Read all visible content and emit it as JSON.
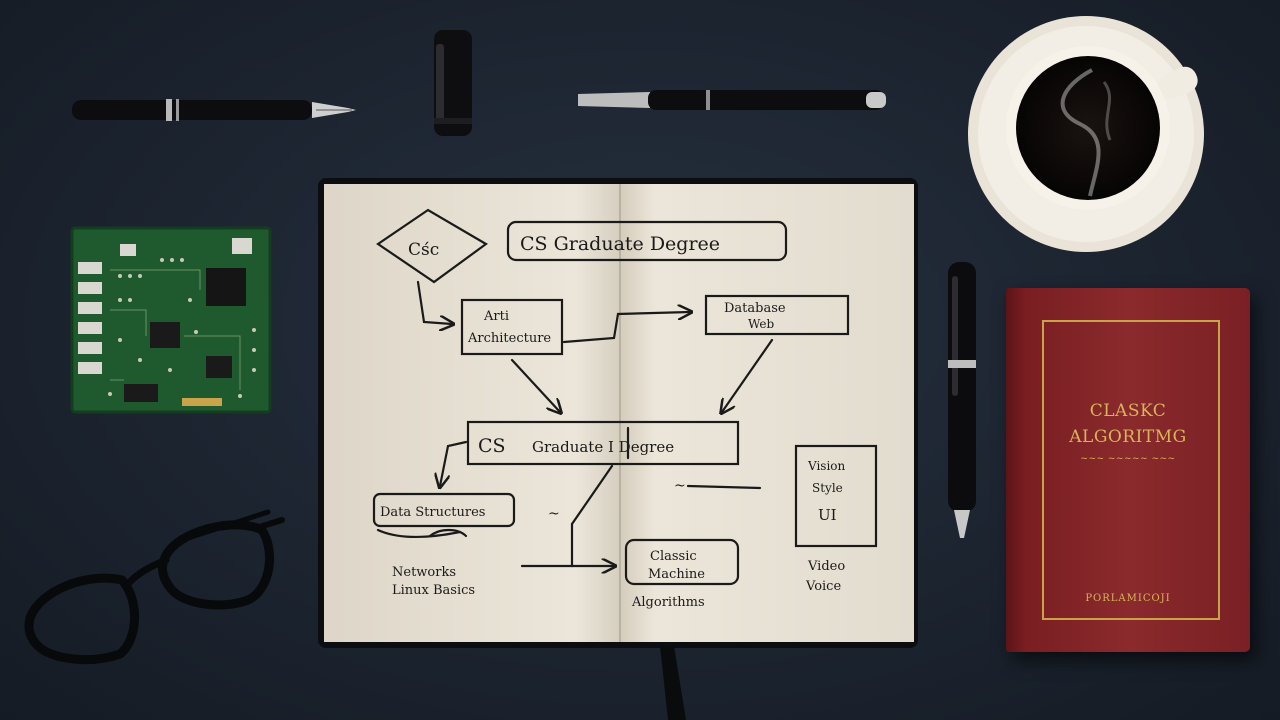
{
  "notebook": {
    "diamond_label": "Cśc",
    "title_box": "CS Graduate Degree",
    "left_box_line1": "Arti",
    "left_box_line2": "Architecture",
    "right_box_line1": "Database",
    "right_box_line2": "Web",
    "center_box_left": "CS",
    "center_box_right": "Graduate I Degree",
    "bottom_left_box": "Data Structures",
    "bottom_left_note_line1": "Networks",
    "bottom_left_note_line2": "Linux Basics",
    "bottom_center_box_line1": "Classic",
    "bottom_center_box_line2": "Machine",
    "bottom_center_note": "Algorithms",
    "right_tall_box_line1": "Vision",
    "right_tall_box_line2": "Style",
    "right_tall_box_line3": "UI",
    "right_bottom_note_line1": "Video",
    "right_bottom_note_line2": "Voice",
    "mid_mark_left": "~",
    "mid_mark_right": "~"
  },
  "book": {
    "title_line1": "CLASKC",
    "title_line2": "ALGORITMG",
    "subtitle": "~~~ ~~~~~ ~~~",
    "author": "PORLAMICOJI"
  },
  "colors": {
    "desk": "#1c2430",
    "paper": "#ece6da",
    "ink": "#1a1a1a",
    "book_red": "#8a2a2c",
    "gold": "#c9a24a",
    "pcb_green": "#1f5a2e",
    "coffee_cup": "#f1ece2"
  }
}
